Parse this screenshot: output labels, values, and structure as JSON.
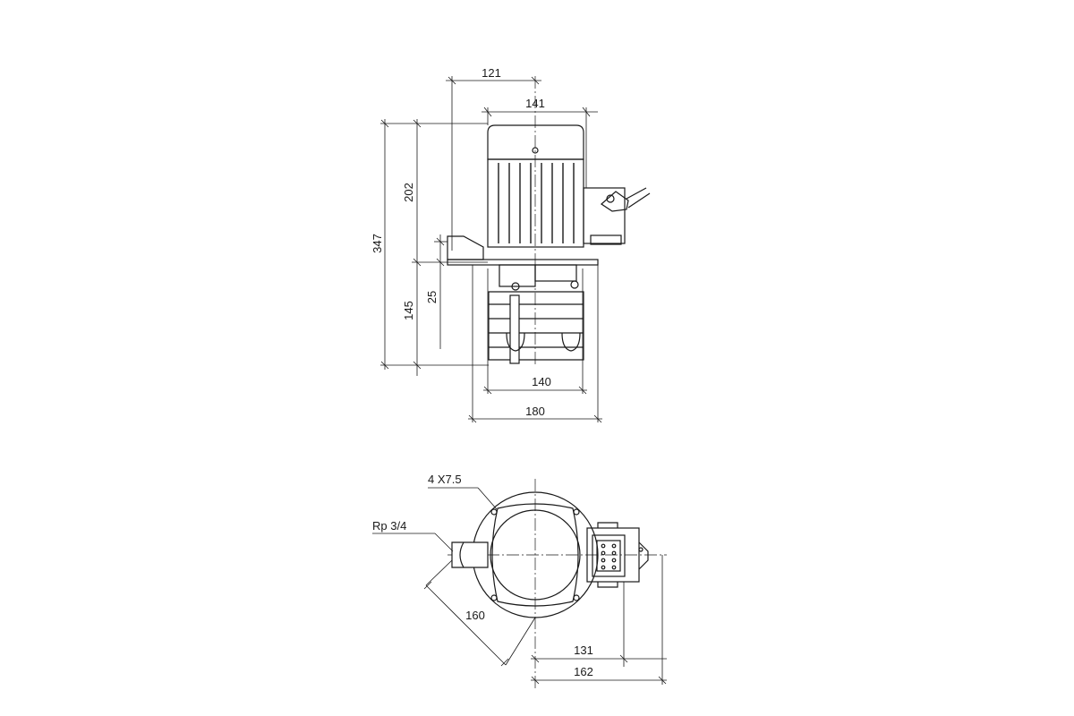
{
  "side_view": {
    "dims": {
      "d121": "121",
      "d141": "141",
      "d202": "202",
      "d347": "347",
      "d25": "25",
      "d145": "145",
      "d140": "140",
      "d180": "180"
    }
  },
  "top_view": {
    "holes": "4  X7.5",
    "thread": "Rp 3/4",
    "dims": {
      "d160": "160",
      "d131": "131",
      "d162": "162"
    }
  }
}
